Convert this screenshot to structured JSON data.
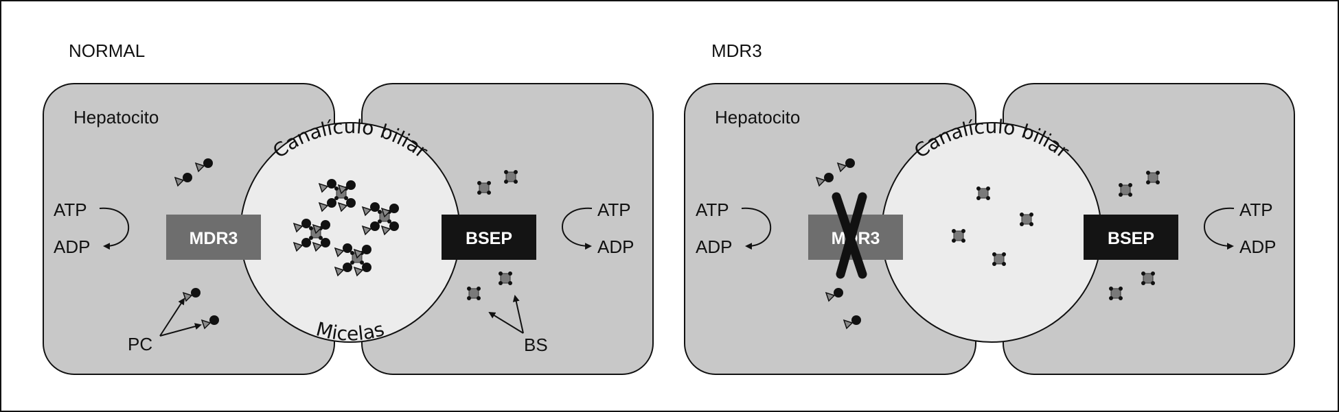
{
  "panels": [
    {
      "title": "NORMAL",
      "hepatocyte_label": "Hepatocito",
      "canaliculus_label": "Canalículo biliar",
      "micelles_label": "Micelas",
      "left_transporter": "MDR3",
      "right_transporter": "BSEP",
      "left_atp": "ATP",
      "left_adp": "ADP",
      "right_atp": "ATP",
      "right_adp": "ADP",
      "pc_label": "PC",
      "bs_label": "BS"
    },
    {
      "title": "MDR3",
      "hepatocyte_label": "Hepatocito",
      "canaliculus_label": "Canalículo biliar",
      "left_transporter": "MDR3",
      "right_transporter": "BSEP",
      "left_atp": "ATP",
      "left_adp": "ADP",
      "right_atp": "ATP",
      "right_adp": "ADP"
    }
  ],
  "colors": {
    "cell": "#c8c8c8",
    "canaliculus": "#ececec",
    "mdr3": "#6e6e6e",
    "bsep": "#141414"
  }
}
